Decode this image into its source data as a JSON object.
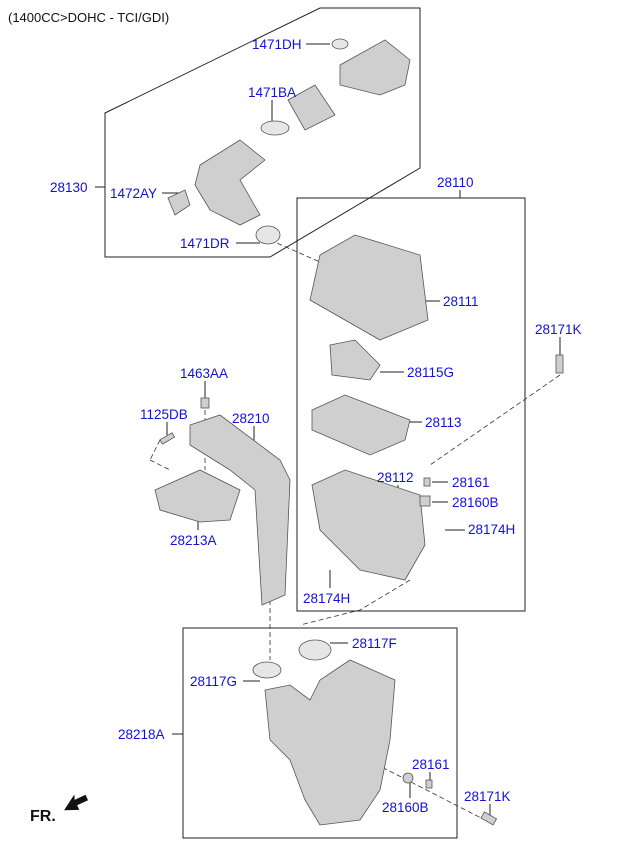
{
  "title": "(1400CC>DOHC - TCI/GDI)",
  "labels": [
    "1471DH",
    "1471BA",
    "28130",
    "1472AY",
    "1471DR",
    "28110",
    "28111",
    "28171K",
    "28115G",
    "1463AA",
    "1125DB",
    "28210",
    "28113",
    "28161",
    "28112",
    "28160B",
    "28174H",
    "28213A",
    "28174H",
    "28117F",
    "28117G",
    "28218A",
    "28161",
    "28171K",
    "28160B"
  ],
  "direction": "FR.",
  "colors": {
    "label": "#1010e6",
    "part": "#c8c8c8",
    "line": "#222222"
  }
}
